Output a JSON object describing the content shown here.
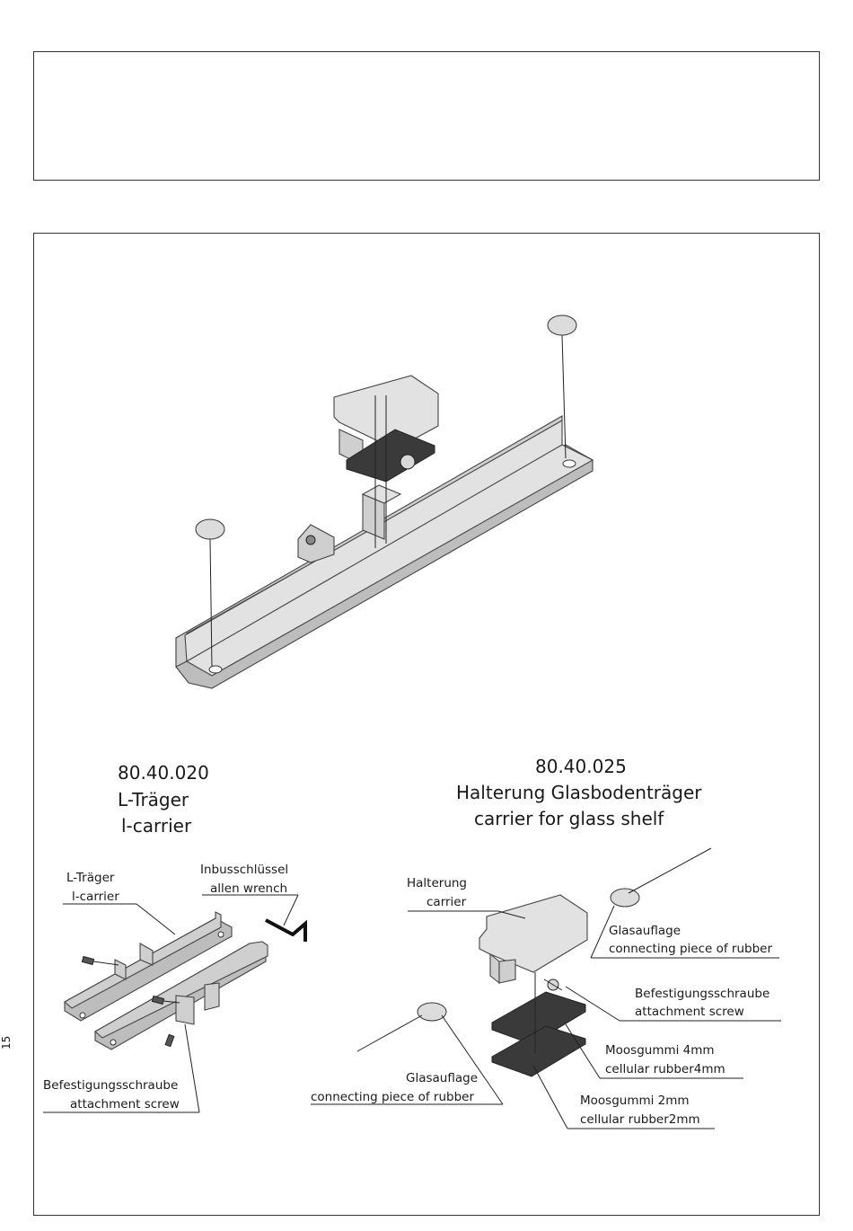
{
  "page_number": "15",
  "product_1": {
    "code": "80.40.020",
    "name_de": "L-Träger",
    "name_en": "l-carrier"
  },
  "product_2": {
    "code": "80.40.025",
    "name_de": "Halterung Glasbodenträger",
    "name_en": "carrier for glass shelf"
  },
  "labels_left": {
    "carrier_de": "L-Träger",
    "carrier_en": "l-carrier",
    "wrench_de": "Inbusschlüssel",
    "wrench_en": "allen wrench",
    "screw_de": "Befestigungsschraube",
    "screw_en": "attachment screw"
  },
  "labels_right": {
    "holder_de": "Halterung",
    "holder_en": "carrier",
    "rubber_top_de": "Glasauflage",
    "rubber_top_en": "connecting piece of rubber",
    "screw_de": "Befestigungsschraube",
    "screw_en": "attachment screw",
    "foam4_de": "Moosgummi 4mm",
    "foam4_en": "cellular rubber4mm",
    "foam2_de": "Moosgummi 2mm",
    "foam2_en": "cellular rubber2mm",
    "rubber_bottom_de": "Glasauflage",
    "rubber_bottom_en": "connecting piece of rubber"
  }
}
